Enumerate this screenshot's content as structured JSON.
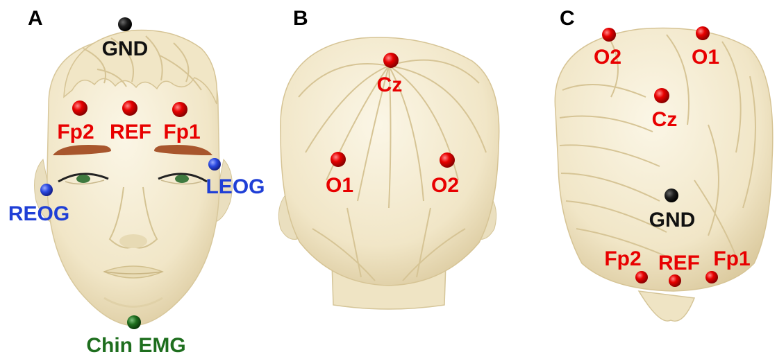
{
  "colors": {
    "eeg": "#e80000",
    "eog": "#1f3fd6",
    "emg": "#1e6e1e",
    "ground": "#111111",
    "skin": "#f4ecd2",
    "skin_shadow": "#e2d4ad",
    "hair_line": "#d7c79e",
    "brow": "#a8562d"
  },
  "panels": {
    "a": {
      "letter": "A",
      "labels": {
        "gnd": "GND",
        "fp2": "Fp2",
        "ref": "REF",
        "fp1": "Fp1",
        "reog": "REOG",
        "leog": "LEOG",
        "chin_emg": "Chin EMG"
      }
    },
    "b": {
      "letter": "B",
      "labels": {
        "cz": "Cz",
        "o1": "O1",
        "o2": "O2"
      }
    },
    "c": {
      "letter": "C",
      "labels": {
        "o2": "O2",
        "o1": "O1",
        "cz": "Cz",
        "gnd": "GND",
        "fp2": "Fp2",
        "ref": "REF",
        "fp1": "Fp1"
      }
    }
  }
}
